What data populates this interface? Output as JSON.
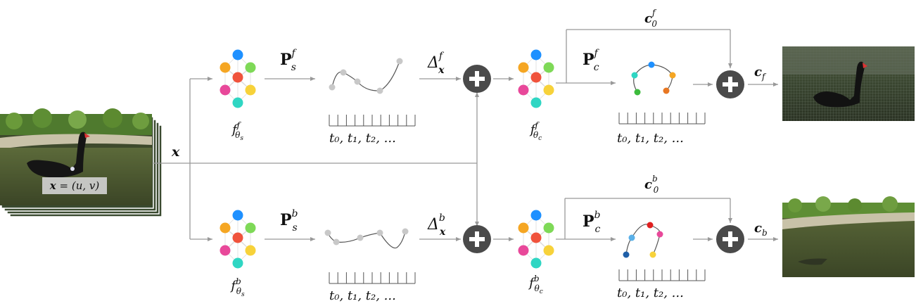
{
  "input": {
    "image_label": "x = (u, v)",
    "label_bold_part": "x",
    "label_rest": " = (u, v)",
    "x_label": "x"
  },
  "forward": {
    "net1": {
      "base": "f",
      "sup": "f",
      "sub": "θ",
      "subsub": "s"
    },
    "net2": {
      "base": "f",
      "sup": "f",
      "sub": "θ",
      "subsub": "c"
    },
    "P_s": {
      "base": "P",
      "sup": "f",
      "sub": "s"
    },
    "P_c": {
      "base": "P",
      "sup": "f",
      "sub": "c"
    },
    "delta": {
      "base": "Δ",
      "sup": "f",
      "sub": "x"
    },
    "c0": {
      "base": "c",
      "sup": "f",
      "sub": "0"
    },
    "c_out": {
      "base": "c",
      "sub": "f"
    },
    "timeline1": "t₀, t₁, t₂, ...",
    "timeline2": "t₀, t₁, t₂, ..."
  },
  "backward": {
    "net1": {
      "base": "f",
      "sup": "b",
      "sub": "θ",
      "subsub": "s"
    },
    "net2": {
      "base": "f",
      "sup": "b",
      "sub": "θ",
      "subsub": "c"
    },
    "P_s": {
      "base": "P",
      "sup": "b",
      "sub": "s"
    },
    "P_c": {
      "base": "P",
      "sup": "b",
      "sub": "c"
    },
    "delta": {
      "base": "Δ",
      "sup": "b",
      "sub": "x"
    },
    "c0": {
      "base": "c",
      "sup": "b",
      "sub": "0"
    },
    "c_out": {
      "base": "c",
      "sub": "b"
    },
    "timeline1": "t₀, t₁, t₂, ...",
    "timeline2": "t₀, t₁, t₂, ..."
  },
  "colors": {
    "node_blue": "#1e90ff",
    "node_orange": "#f5a623",
    "node_green": "#7ed957",
    "node_red": "#f0533c",
    "node_pink": "#e8489a",
    "node_yellow": "#f7d23a",
    "node_cyan": "#2fd6c3",
    "plus_circle": "#4a4a4a",
    "arrow": "#999999",
    "curve_point": "#c8c8c8"
  },
  "icons": [
    "neural-network-icon",
    "plus-icon"
  ]
}
